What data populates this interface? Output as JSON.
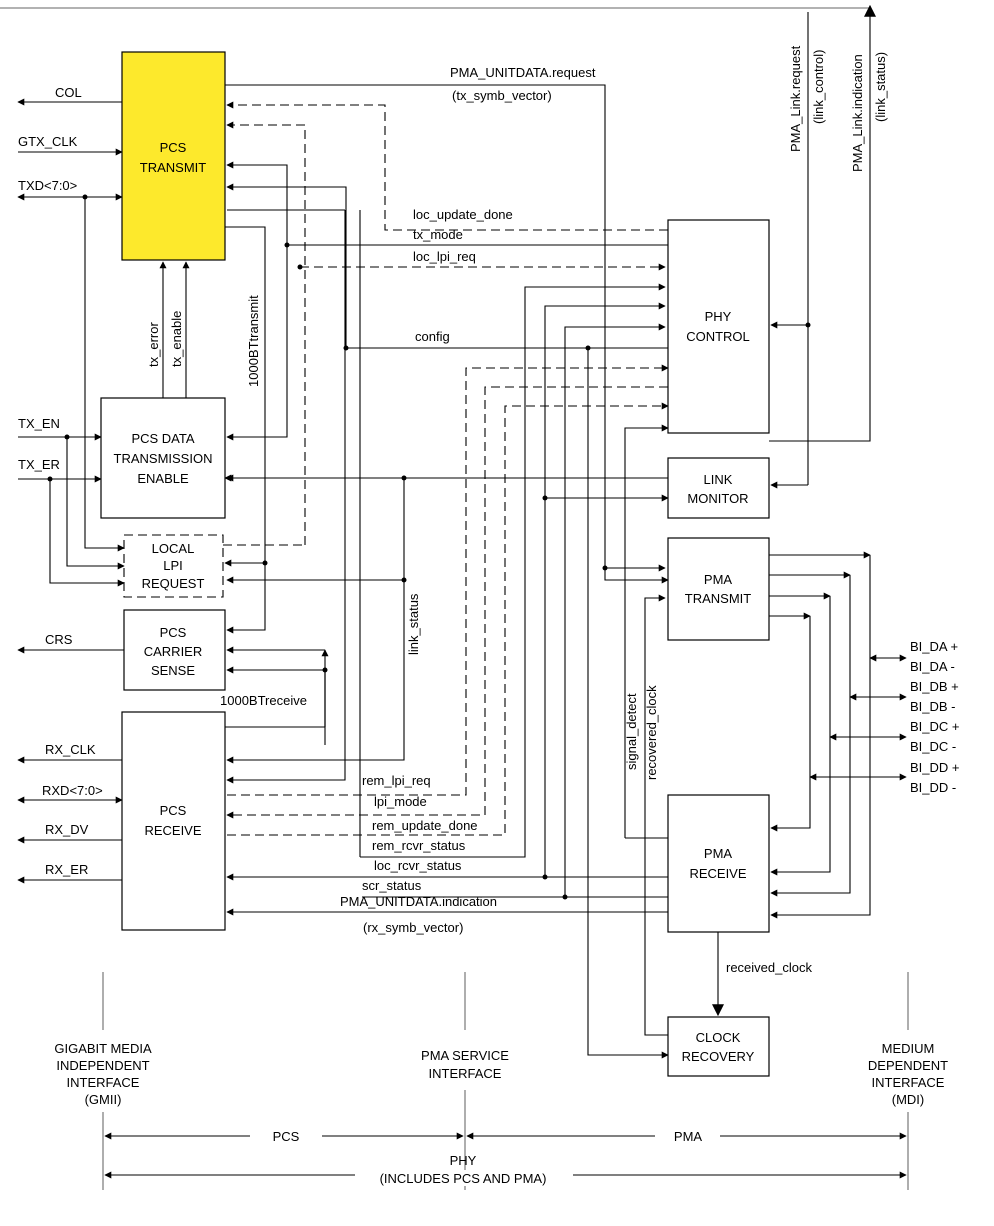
{
  "blocks": {
    "pcs_transmit": [
      "PCS",
      "TRANSMIT"
    ],
    "pcs_data_tx_enable": [
      "PCS DATA",
      "TRANSMISSION",
      "ENABLE"
    ],
    "local_lpi_request": [
      "LOCAL",
      "LPI",
      "REQUEST"
    ],
    "pcs_carrier_sense": [
      "PCS",
      "CARRIER",
      "SENSE"
    ],
    "pcs_receive": [
      "PCS",
      "RECEIVE"
    ],
    "phy_control": [
      "PHY",
      "CONTROL"
    ],
    "link_monitor": [
      "LINK",
      "MONITOR"
    ],
    "pma_transmit": [
      "PMA",
      "TRANSMIT"
    ],
    "pma_receive": [
      "PMA",
      "RECEIVE"
    ],
    "clock_recovery": [
      "CLOCK",
      "RECOVERY"
    ]
  },
  "gmii_signals": {
    "col": "COL",
    "gtx_clk": "GTX_CLK",
    "txd": "TXD<7:0>",
    "tx_en": "TX_EN",
    "tx_er": "TX_ER",
    "crs": "CRS",
    "rx_clk": "RX_CLK",
    "rxd": "RXD<7:0>",
    "rx_dv": "RX_DV",
    "rx_er": "RX_ER"
  },
  "internal_signals": {
    "pma_unitdata_request": "PMA_UNITDATA.request",
    "tx_symb_vector": "(tx_symb_vector)",
    "loc_update_done": "loc_update_done",
    "tx_mode": "tx_mode",
    "loc_lpi_req": "loc_lpi_req",
    "config": "config",
    "tx_error": "tx_error",
    "tx_enable": "tx_enable",
    "t1000btransmit": "1000BTtransmit",
    "link_status": "link_status",
    "r1000btreceive": "1000BTreceive",
    "rem_lpi_req": "rem_lpi_req",
    "lpi_mode": "lpi_mode",
    "rem_update_done": "rem_update_done",
    "rem_rcvr_status": "rem_rcvr_status",
    "loc_rcvr_status": "loc_rcvr_status",
    "scr_status": "scr_status",
    "pma_unitdata_indication": "PMA_UNITDATA.indication",
    "rx_symb_vector": "(rx_symb_vector)",
    "signal_detect": "signal_detect",
    "recovered_clock": "recovered_clock",
    "received_clock": "received_clock",
    "pma_link_request": "PMA_Link.request",
    "link_control": "(link_control)",
    "pma_link_indication": "PMA_Link.indication",
    "link_status_top": "(link_status)"
  },
  "mdi_signals": [
    "BI_DA +",
    "BI_DA -",
    "BI_DB +",
    "BI_DB -",
    "BI_DC +",
    "BI_DC -",
    "BI_DD +",
    "BI_DD -"
  ],
  "interfaces": {
    "gmii": [
      "GIGABIT MEDIA",
      "INDEPENDENT",
      "INTERFACE",
      "(GMII)"
    ],
    "pma_service": [
      "PMA SERVICE",
      "INTERFACE"
    ],
    "mdi": [
      "MEDIUM",
      "DEPENDENT",
      "INTERFACE",
      "(MDI)"
    ]
  },
  "spans": {
    "pcs": "PCS",
    "pma": "PMA",
    "phy": [
      "PHY",
      "(INCLUDES PCS AND PMA)"
    ]
  },
  "colors": {
    "highlight": "#fde92c",
    "line": "#000000",
    "interface_line": "#999999"
  }
}
